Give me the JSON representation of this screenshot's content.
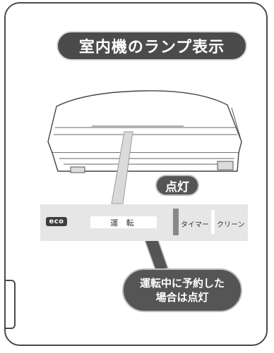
{
  "title": "室内機のランプ表示",
  "lamps": {
    "eco": "eco",
    "operation": "運 転",
    "timer": "タイマー",
    "clean": "クリーン"
  },
  "lit_label": "点灯",
  "note": {
    "line1": "運転中に予約した",
    "line2": "場合は点灯"
  },
  "colors": {
    "title_bg": "#4b4b4b",
    "strip_bg": "#e6e6e6",
    "timer_led": "#888888"
  }
}
